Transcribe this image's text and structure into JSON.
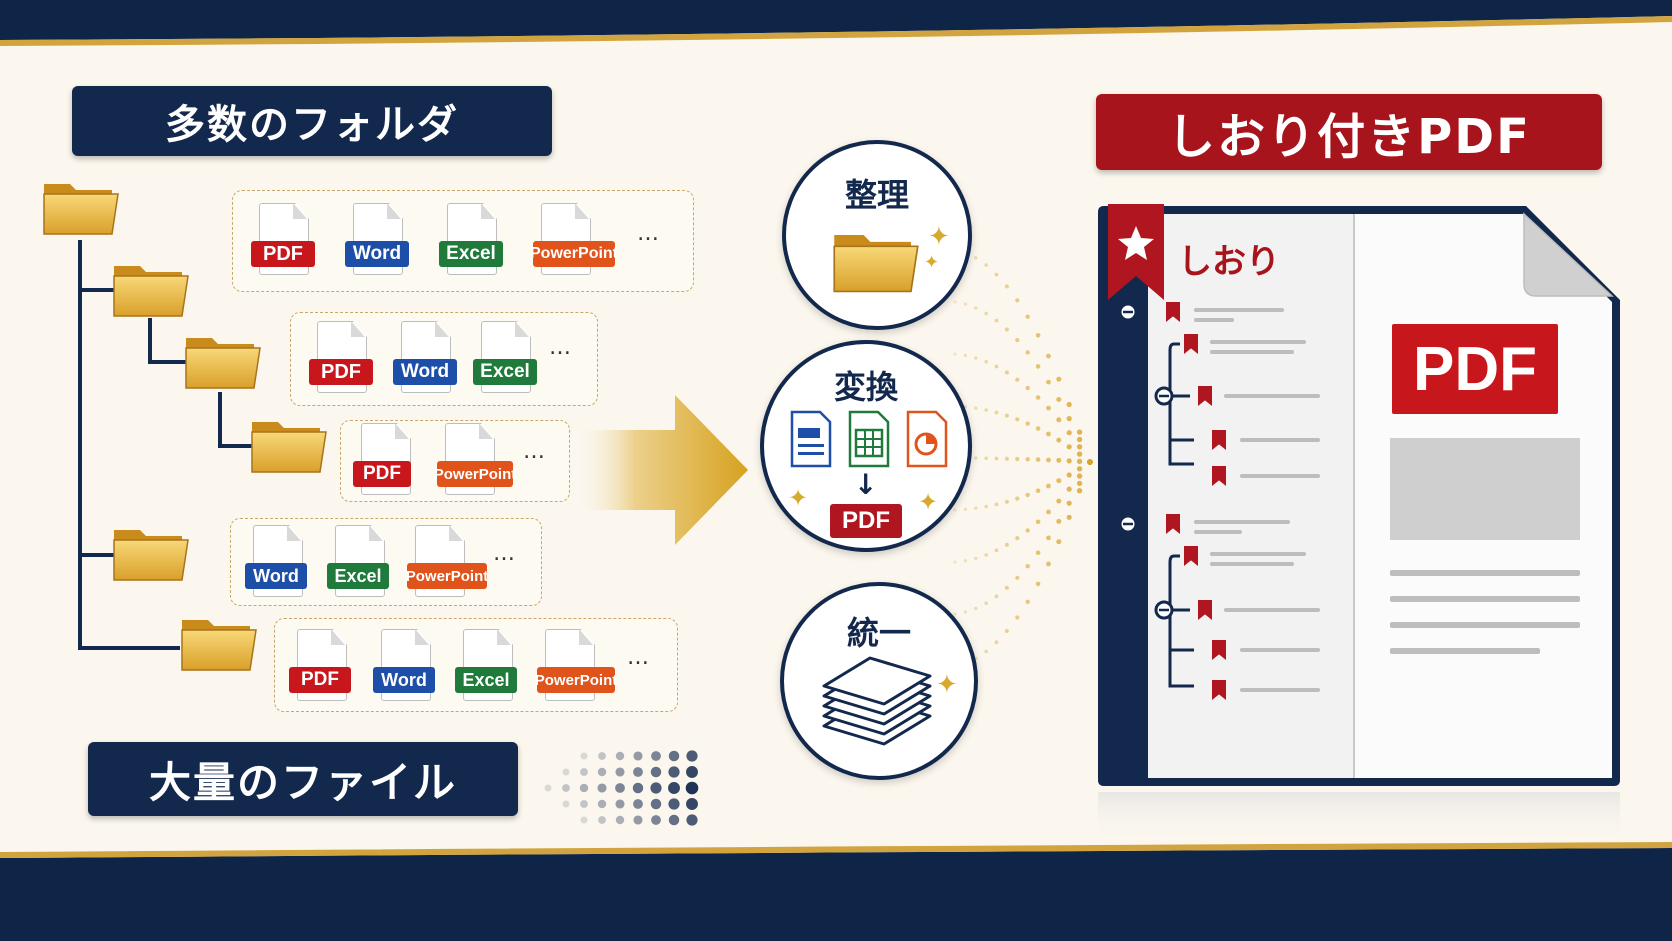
{
  "labels": {
    "many_folders": "多数のフォルダ",
    "many_files": "大量のファイル",
    "bookmarked_pdf": "しおり付きPDF"
  },
  "file_types": {
    "pdf": "PDF",
    "word": "Word",
    "excel": "Excel",
    "powerpoint": "PowerPoint"
  },
  "ellipsis": "…",
  "steps": [
    {
      "label": "整理",
      "icon": "folder-icon"
    },
    {
      "label": "変換",
      "icon": "document-conversion-icon",
      "result": "PDF"
    },
    {
      "label": "統一",
      "icon": "paper-stack-icon"
    }
  ],
  "document": {
    "sidebar_title": "しおり",
    "pdf_badge": "PDF"
  },
  "colors": {
    "navy": "#13284d",
    "red": "#a7141c",
    "gold": "#d7a92e",
    "pdf": "#c8161d",
    "word": "#1d4fa8",
    "excel": "#1f7a3b",
    "powerpoint": "#e0541c"
  }
}
